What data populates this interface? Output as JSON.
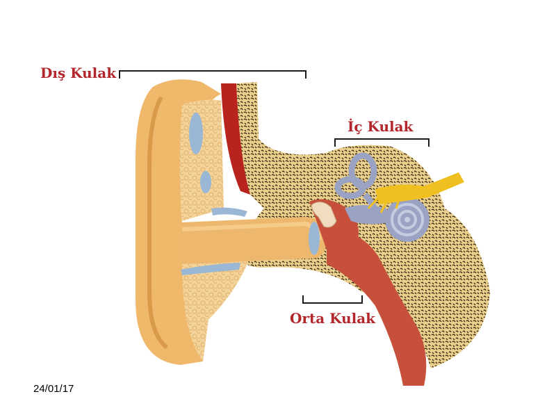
{
  "labels": {
    "outer_ear": "Dış Kulak",
    "inner_ear": "İç Kulak",
    "middle_ear": "Orta Kulak"
  },
  "footer": {
    "date": "24/01/17"
  },
  "colors": {
    "label_text": "#b3262b",
    "bracket": "#1a1a1a",
    "skin": "#f0b86a",
    "skin_dark": "#d99a4a",
    "cartilage_blue": "#9ab8d6",
    "bone": "#e8c98a",
    "bone_dark": "#3a2a12",
    "blood": "#b8231e",
    "inner_ear": "#9aa3c4",
    "nerve": "#f0c020",
    "tissue_red": "#c7503c"
  }
}
